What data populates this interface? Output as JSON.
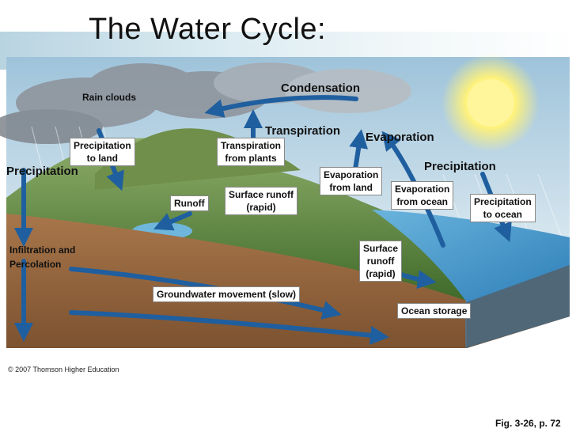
{
  "title": "The Water Cycle:",
  "labels": {
    "condensation": "Condensation",
    "rain_clouds": "Rain clouds",
    "transpiration": "Transpiration",
    "evaporation": "Evaporation",
    "precipitation_left": "Precipitation",
    "precipitation_right": "Precipitation",
    "precipitation_to_land": "Precipitation\nto land",
    "transpiration_from_plants": "Transpiration\nfrom plants",
    "evaporation_from_land": "Evaporation\nfrom land",
    "evaporation_from_ocean": "Evaporation\nfrom ocean",
    "precipitation_to_ocean": "Precipitation\nto ocean",
    "runoff": "Runoff",
    "surface_runoff_rapid_1": "Surface runoff\n(rapid)",
    "surface_runoff_rapid_2": "Surface\nrunoff\n(rapid)",
    "infiltration": "Infiltration and\nPercolation",
    "groundwater": "Groundwater movement (slow)",
    "ocean_storage": "Ocean storage"
  },
  "copyright": "© 2007 Thomson Higher Education",
  "figure_ref": "Fig. 3-26, p. 72",
  "colors": {
    "sky": "#cfe3ef",
    "sun": "#fff27a",
    "ocean": "#4f9fd0",
    "land_green": "#5a8a3a",
    "soil": "#9a6a3f",
    "arrow_blue": "#1f5f9f"
  }
}
